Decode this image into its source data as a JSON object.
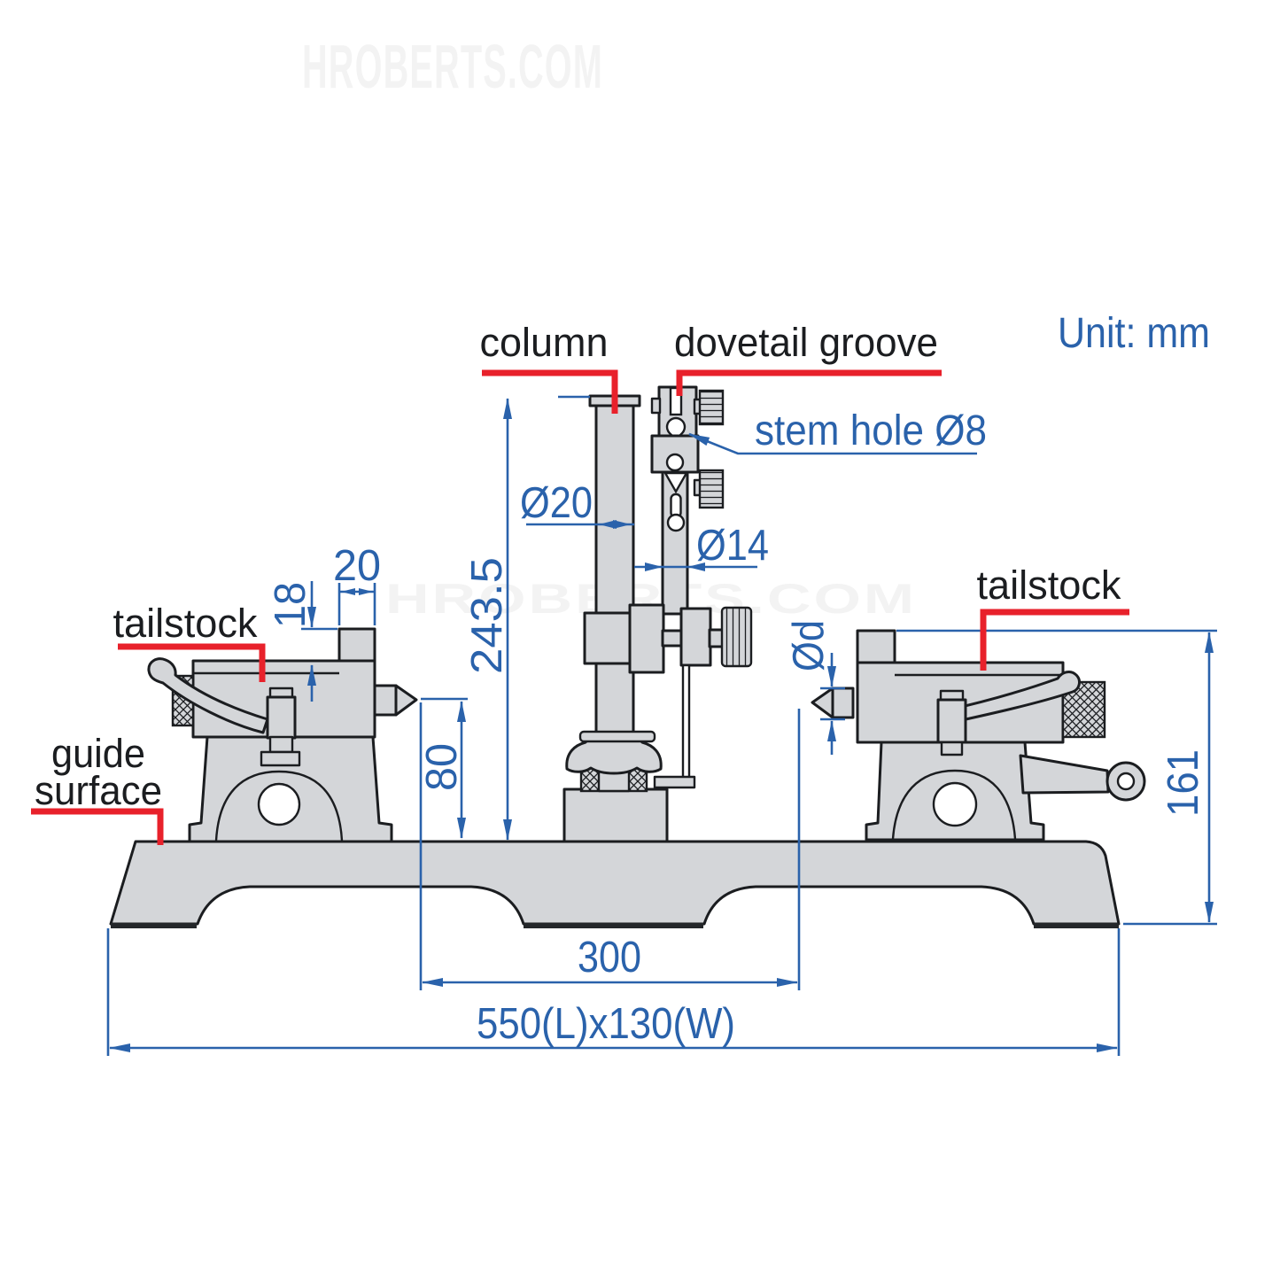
{
  "watermark": {
    "text": "HROBERTS.COM"
  },
  "note": {
    "unit": "Unit: mm",
    "stem_hole": "stem hole Ø8"
  },
  "labels": {
    "column": "column",
    "dovetail_groove": "dovetail groove",
    "tailstock_left": "tailstock",
    "tailstock_right": "tailstock",
    "guide_line1": "guide",
    "guide_line2": "surface"
  },
  "dimensions": {
    "column_height": "243.5",
    "column_diameter": "Ø20",
    "stem_diameter": "Ø14",
    "step_height": "18",
    "step_width": "20",
    "center_height": "80",
    "point_diameter": "Ød",
    "tailstock_height": "161",
    "span": "300",
    "base_size": "550(L)x130(W)"
  },
  "colors": {
    "dimension_blue": "#2a62ab",
    "leader_red": "#e8212b",
    "part_gray": "#d4d6d9",
    "outline_ink": "#1b1d20",
    "watermark_gray": "rgba(30,30,28,0.055)"
  }
}
